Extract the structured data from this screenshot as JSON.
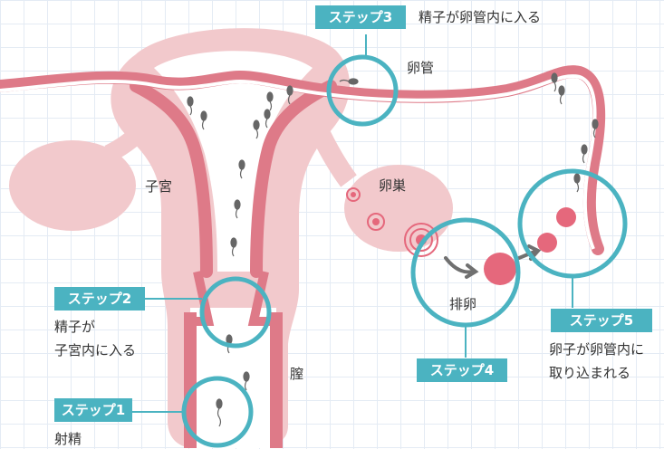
{
  "colors": {
    "teal": "#4bb3c1",
    "uterus_light": "#f2c9cc",
    "uterus_mid": "#e6a6ae",
    "uterus_dark": "#de7a88",
    "egg": "#e5687c",
    "sperm": "#666666",
    "arrow": "#707070",
    "grid": "#e4ebf4"
  },
  "steps": [
    {
      "id": "step1",
      "title": "ステップ1",
      "desc": "射精"
    },
    {
      "id": "step2",
      "title": "ステップ2",
      "desc_line1": "精子が",
      "desc_line2": "子宮内に入る"
    },
    {
      "id": "step3",
      "title": "ステップ3",
      "desc": "精子が卵管内に入る"
    },
    {
      "id": "step4",
      "title": "ステップ4"
    },
    {
      "id": "step5",
      "title": "ステップ5",
      "desc_line1": "卵子が卵管内に",
      "desc_line2": "取り込まれる"
    }
  ],
  "anatomy": {
    "uterus": "子宮",
    "tube": "卵管",
    "ovary": "卵巣",
    "vagina": "膣",
    "ovulation": "排卵"
  },
  "icons": [
    "sperm-icon",
    "egg-icon",
    "arrow-icon"
  ]
}
